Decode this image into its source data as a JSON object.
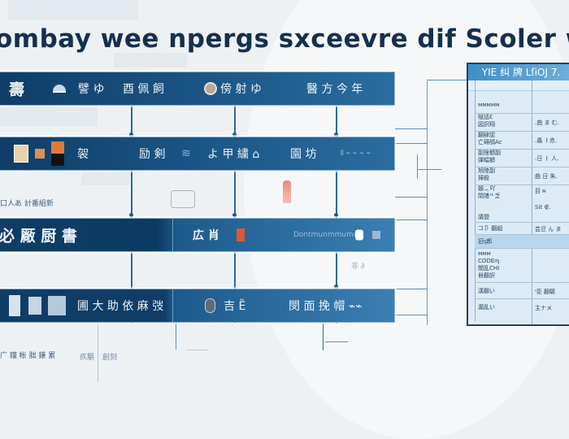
{
  "title": "ombay wee npergs sxceevre dif Scoler wel",
  "bands": [
    {
      "id": "row1",
      "labels": [
        "壽",
        "⌓",
        "譬 ゆ",
        "酉 佩 飼",
        "傍 射 ゆ",
        "醫 方 今 年"
      ]
    },
    {
      "id": "row2",
      "labels": [
        "袈",
        "励 剣",
        "≋",
        "よ 甲 繍 ⌂",
        "園 坊",
        "⫴ ⌁ ⌁ ⌁ ⌁"
      ]
    },
    {
      "id": "row3",
      "labels": [
        "必 厰 厨 書",
        "広 肖",
        "Dontmunmmumun"
      ]
    },
    {
      "id": "row4",
      "labels": [
        "圃 大 助 依 麻 弢",
        "吉 Ȅ",
        "閔 面 挽 帽 ⌁⌁"
      ]
    }
  ],
  "annotations": {
    "left_mid": "口人あ 計番組新",
    "bottom_left": "广 鐘 帐 朏 鎌 累",
    "bottom_mid_1": "疚驅",
    "bottom_mid_2": "創刻",
    "row3_right_faint": "非 ∂"
  },
  "panel": {
    "header": "YIE 纠 牌 LſiOJ 7.",
    "rows": [
      {
        "c1": "ᴍᴍᴍᴍᴍ",
        "c2": ""
      },
      {
        "c1": "赋話ℇ\n図訳翔",
        "c2": ".曲 ま む."
      },
      {
        "c1": "翻肄認\n亡碍顔Ac",
        "c2": ".畾 ㅏ赤."
      },
      {
        "c1": "副捨額副\n彈幅額",
        "c2": ".日 ㅏ 人."
      },
      {
        "c1": "旭陸副\n掃殺",
        "c2": "曲 日 朱."
      },
      {
        "c1": "劔ೢ 吖\n閉諸ᄔ乏",
        "c2": "目 ᵰ"
      },
      {
        "c1": "",
        "c2": "Sit ∉."
      },
      {
        "c1": "議盟",
        "c2": ""
      },
      {
        "c1": "コ卩 翻組",
        "c2": "芸旦 ん ま"
      },
      {
        "c1": "旧ᶊ郎",
        "c2": ""
      },
      {
        "c1": "ᴍᴍᴍ\nCODEᶆ\n閲乱CHI\n卌翻訳",
        "c2": ""
      },
      {
        "c1": "漢翻い",
        "c2": "ᶦ臣 翻驅"
      },
      {
        "c1": "漏乱い",
        "c2": "主ナメ"
      }
    ]
  },
  "colors": {
    "band_dark": "#0f3d66",
    "band_light": "#2b6d9f",
    "title": "#13304f",
    "connector": "#2a6a9c",
    "panel_bg": "#dcebf6",
    "panel_header": "#3d8fc9",
    "accent_orange": "#e07a3a"
  }
}
